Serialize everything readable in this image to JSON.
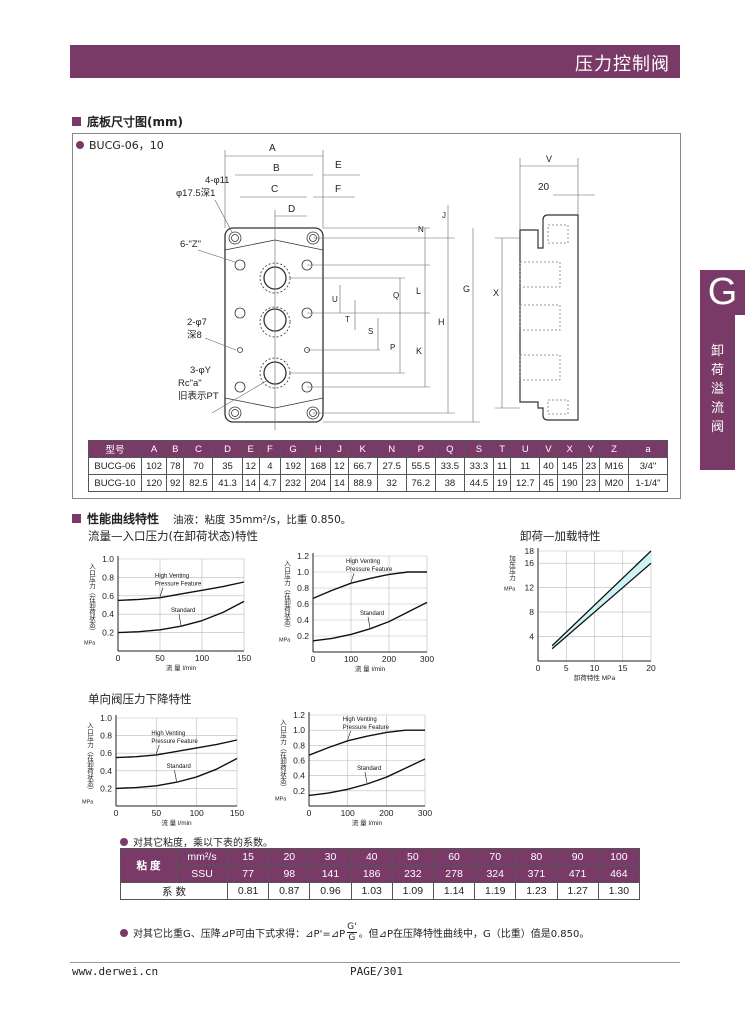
{
  "header": {
    "title": "压力控制阀"
  },
  "side_tab": {
    "letter": "G",
    "chars": [
      "卸",
      "荷",
      "溢",
      "流",
      "阀"
    ]
  },
  "section1": {
    "title": "底板尺寸图(mm)",
    "model": "BUCG-06，10"
  },
  "drawing": {
    "dims": {
      "A": "A",
      "B": "B",
      "C": "C",
      "D": "D",
      "E": "E",
      "F": "F",
      "N": "N",
      "J": "J",
      "L": "L",
      "Q": "Q",
      "U": "U",
      "T": "T",
      "S": "S",
      "P": "P",
      "K": "K",
      "H": "H",
      "G": "G",
      "X": "X",
      "V": "V",
      "twenty": "20"
    },
    "notes": {
      "bolt1": "4-φ11",
      "bolt2": "φ17.5深1",
      "z": "6-\"Z\"",
      "pin1": "2-φ7",
      "pin2": "深8",
      "port1": "3-φY",
      "port2": "Rc\"a\"",
      "port3": "旧表示PT"
    }
  },
  "dim_table": {
    "headers": [
      "型号",
      "A",
      "B",
      "C",
      "D",
      "E",
      "F",
      "G",
      "H",
      "J",
      "K",
      "N",
      "P",
      "Q",
      "S",
      "T",
      "U",
      "V",
      "X",
      "Y",
      "Z",
      "a"
    ],
    "rows": [
      [
        "BUCG-06",
        "102",
        "78",
        "70",
        "35",
        "12",
        "4",
        "192",
        "168",
        "12",
        "66.7",
        "27.5",
        "55.5",
        "33.5",
        "33.3",
        "11",
        "11",
        "40",
        "145",
        "23",
        "M16",
        "3/4\""
      ],
      [
        "BUCG-10",
        "120",
        "92",
        "82.5",
        "41.3",
        "14",
        "4.7",
        "232",
        "204",
        "14",
        "88.9",
        "32",
        "76.2",
        "38",
        "44.5",
        "19",
        "12.7",
        "45",
        "190",
        "23",
        "M20",
        "1-1/4\""
      ]
    ]
  },
  "section2": {
    "title": "性能曲线特性",
    "oil": "油液：粘度 35mm²/s，比重 0.850。",
    "sub1": "流量—入口压力(在卸荷状态)特性",
    "sub2": "卸荷—加载特性",
    "sub3": "单向阀压力下降特性"
  },
  "chart_data": [
    {
      "type": "line",
      "title": "流量—入口压力(在卸荷状态)特性",
      "xlabel": "流  量  l/min",
      "ylabel": "入口压力（在卸荷状态）",
      "yunit": "MPa",
      "xlim": [
        0,
        150
      ],
      "ylim": [
        0,
        1.0
      ],
      "xticks": [
        "0",
        "50",
        "100",
        "150"
      ],
      "yticks": [
        "0.2",
        "0.4",
        "0.6",
        "0.8",
        "1.0"
      ],
      "series": [
        {
          "name": "High Venting Pressure Feature",
          "x": [
            0,
            25,
            50,
            75,
            100,
            125,
            150
          ],
          "y": [
            0.55,
            0.56,
            0.58,
            0.62,
            0.66,
            0.7,
            0.75
          ]
        },
        {
          "name": "Standard",
          "x": [
            0,
            25,
            50,
            75,
            100,
            125,
            150
          ],
          "y": [
            0.2,
            0.21,
            0.23,
            0.27,
            0.33,
            0.42,
            0.54
          ]
        }
      ]
    },
    {
      "type": "line",
      "title": "流量—入口压力(在卸荷状态)特性",
      "xlabel": "流  量  l/min",
      "ylabel": "入口压力（在卸荷状态）",
      "yunit": "MPa",
      "xlim": [
        0,
        300
      ],
      "ylim": [
        0,
        1.2
      ],
      "xticks": [
        "0",
        "100",
        "200",
        "300"
      ],
      "yticks": [
        "0.2",
        "0.4",
        "0.6",
        "0.8",
        "1.0",
        "1.2"
      ],
      "series": [
        {
          "name": "High Venting Pressure Feature",
          "x": [
            0,
            50,
            100,
            150,
            200,
            250,
            300
          ],
          "y": [
            0.67,
            0.77,
            0.86,
            0.92,
            0.97,
            1.0,
            1.0
          ]
        },
        {
          "name": "Standard",
          "x": [
            0,
            50,
            100,
            150,
            200,
            250,
            300
          ],
          "y": [
            0.14,
            0.17,
            0.22,
            0.29,
            0.38,
            0.5,
            0.62
          ]
        }
      ]
    },
    {
      "type": "area",
      "title": "卸荷—加载特性",
      "xlabel": "卸荷特性  MPa",
      "ylabel": "加压压力",
      "yunit": "MPa",
      "xlim": [
        0,
        20
      ],
      "ylim": [
        0,
        18
      ],
      "xticks": [
        "0",
        "5",
        "10",
        "15",
        "20"
      ],
      "yticks": [
        "4",
        "8",
        "12",
        "16",
        "18"
      ],
      "series": [
        {
          "name": "upper",
          "x": [
            2.5,
            20
          ],
          "y": [
            2.5,
            18
          ]
        },
        {
          "name": "lower",
          "x": [
            2.5,
            20
          ],
          "y": [
            2,
            16
          ]
        }
      ],
      "band_color": "#ccf4f4"
    },
    {
      "type": "line",
      "title": "单向阀压力下降特性",
      "xlabel": "流  量  l/min",
      "ylabel": "入口压力（在卸荷状态）",
      "yunit": "MPa",
      "xlim": [
        0,
        150
      ],
      "ylim": [
        0,
        1.0
      ],
      "xticks": [
        "0",
        "50",
        "100",
        "150"
      ],
      "yticks": [
        "0.2",
        "0.4",
        "0.6",
        "0.8",
        "1.0"
      ],
      "series": [
        {
          "name": "High Venting Pressure Feature",
          "x": [
            0,
            25,
            50,
            75,
            100,
            125,
            150
          ],
          "y": [
            0.55,
            0.56,
            0.58,
            0.62,
            0.66,
            0.7,
            0.75
          ]
        },
        {
          "name": "Standard",
          "x": [
            0,
            25,
            50,
            75,
            100,
            125,
            150
          ],
          "y": [
            0.2,
            0.21,
            0.23,
            0.27,
            0.33,
            0.42,
            0.54
          ]
        }
      ]
    },
    {
      "type": "line",
      "title": "单向阀压力下降特性",
      "xlabel": "流  量  l/min",
      "ylabel": "入口压力（在卸荷状态）",
      "yunit": "MPa",
      "xlim": [
        0,
        300
      ],
      "ylim": [
        0,
        1.2
      ],
      "xticks": [
        "0",
        "100",
        "200",
        "300"
      ],
      "yticks": [
        "0.2",
        "0.4",
        "0.6",
        "0.8",
        "1.0",
        "1.2"
      ],
      "series": [
        {
          "name": "High Venting Pressure Feature",
          "x": [
            0,
            50,
            100,
            150,
            200,
            250,
            300
          ],
          "y": [
            0.67,
            0.77,
            0.86,
            0.92,
            0.97,
            1.0,
            1.0
          ]
        },
        {
          "name": "Standard",
          "x": [
            0,
            50,
            100,
            150,
            200,
            250,
            300
          ],
          "y": [
            0.14,
            0.17,
            0.22,
            0.29,
            0.38,
            0.5,
            0.62
          ]
        }
      ]
    }
  ],
  "viscosity": {
    "note": "对其它粘度，乘以下表的系数。",
    "group_label": "粘 度",
    "row1_label": "mm²/s",
    "row1": [
      "15",
      "20",
      "30",
      "40",
      "50",
      "60",
      "70",
      "80",
      "90",
      "100"
    ],
    "row2_label": "SSU",
    "row2": [
      "77",
      "98",
      "141",
      "186",
      "232",
      "278",
      "324",
      "371",
      "471",
      "464"
    ],
    "row3_label": "系    数",
    "row3": [
      "0.81",
      "0.87",
      "0.96",
      "1.03",
      "1.09",
      "1.14",
      "1.19",
      "1.23",
      "1.27",
      "1.30"
    ]
  },
  "formula": {
    "pre": "对其它比重G、压降⊿P可由下式求得：⊿P'=⊿P",
    "num": "G'",
    "den": "G",
    "post": "。但⊿P在压降特性曲线中，G（比重）值是0.850。"
  },
  "footer": {
    "url": "www.derwei.cn",
    "page": "PAGE/301"
  },
  "colors": {
    "brand": "#7a3a68"
  }
}
